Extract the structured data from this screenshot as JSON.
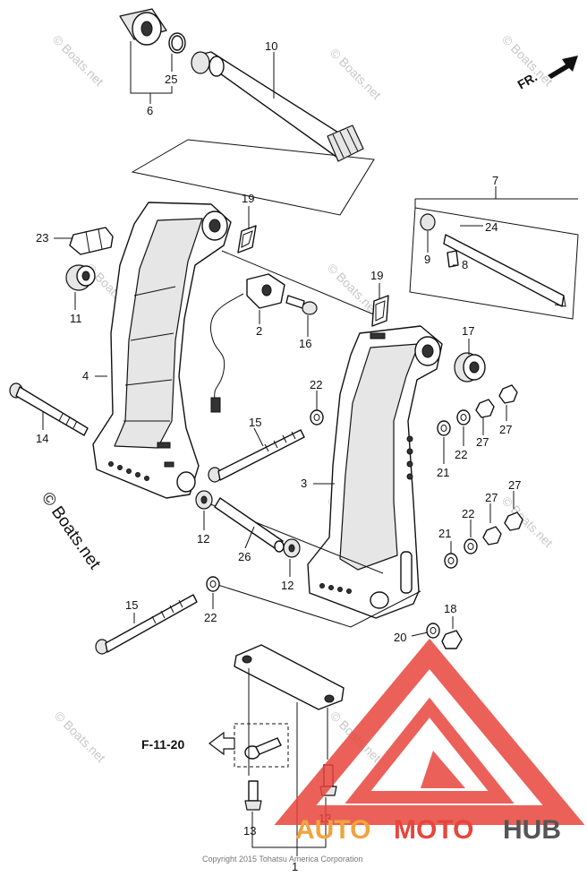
{
  "diagram": {
    "callouts": [
      "10",
      "25",
      "6",
      "7",
      "24",
      "9",
      "8",
      "19",
      "23",
      "11",
      "2",
      "16",
      "19",
      "17",
      "4",
      "22",
      "21",
      "22",
      "27",
      "27",
      "14",
      "15",
      "3",
      "12",
      "26",
      "21",
      "22",
      "27",
      "27",
      "12",
      "15",
      "22",
      "20",
      "18",
      "13",
      "13",
      "1"
    ],
    "direction_label": "FR.",
    "reference_label": "F-11-20",
    "copyright": "Copyright 2015 Tohatsu America Corporation"
  },
  "watermarks": {
    "small": "© Boats.net",
    "large": "© Boats.net"
  },
  "logo": {
    "part1": "AUTO",
    "part2": "MOTO",
    "part3": "HUB",
    "color_primary": "#e8453c",
    "color_secondary": "#f2a33a",
    "color_dark": "#555555"
  }
}
